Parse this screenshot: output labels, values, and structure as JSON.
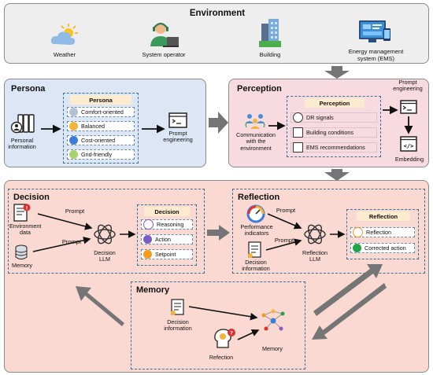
{
  "environment": {
    "title": "Environment",
    "items": [
      {
        "label": "Weather",
        "icon": "weather-icon"
      },
      {
        "label": "System operator",
        "icon": "system-operator-icon"
      },
      {
        "label": "Building",
        "icon": "building-icon"
      },
      {
        "label": "Energy management\nsystem (EMS)",
        "icon": "ems-icon"
      }
    ]
  },
  "persona": {
    "title": "Persona",
    "input_label": "Personal\ninformation",
    "box_title": "Persona",
    "options": [
      "Comfort-oriented",
      "Balanced",
      "Cost-oriented",
      "Grid-friendly"
    ],
    "output_label": "Prompt\nengineering"
  },
  "perception": {
    "title": "Perception",
    "input_label": "Communication\nwith the\nenvironment",
    "box_title": "Perception",
    "options": [
      "DR signals",
      "Building conditions",
      "EMS recommendations"
    ],
    "prompt_label": "Prompt\nengineering",
    "embedding_label": "Embedding"
  },
  "decision": {
    "title": "Decision",
    "inputs": [
      "Environment\ndata",
      "Memory"
    ],
    "prompt_labels": [
      "Prompt",
      "Prompt"
    ],
    "llm_label": "Decision\nLLM",
    "box_title": "Decision",
    "options": [
      "Reasoning",
      "Action",
      "Setpoint"
    ]
  },
  "reflection": {
    "title": "Reflection",
    "inputs": [
      "Performance\nindicators",
      "Decision\ninformation"
    ],
    "prompt_labels": [
      "Prompt",
      "Prompt"
    ],
    "llm_label": "Reflection\nLLM",
    "box_title": "Reflection",
    "options": [
      "Reflection",
      "Corrected action"
    ]
  },
  "memory": {
    "title": "Memory",
    "inputs": [
      "Decision\ninformation",
      "Refection"
    ],
    "output_label": "Memory"
  },
  "colors": {
    "environment_bg": "#eeeeee",
    "persona_bg": "#dce6f5",
    "perception_bg": "#f8dbe0",
    "bottom_bg": "#f9d9d1",
    "arrow_gray": "#757575",
    "header_bg": "#fdebcf"
  }
}
